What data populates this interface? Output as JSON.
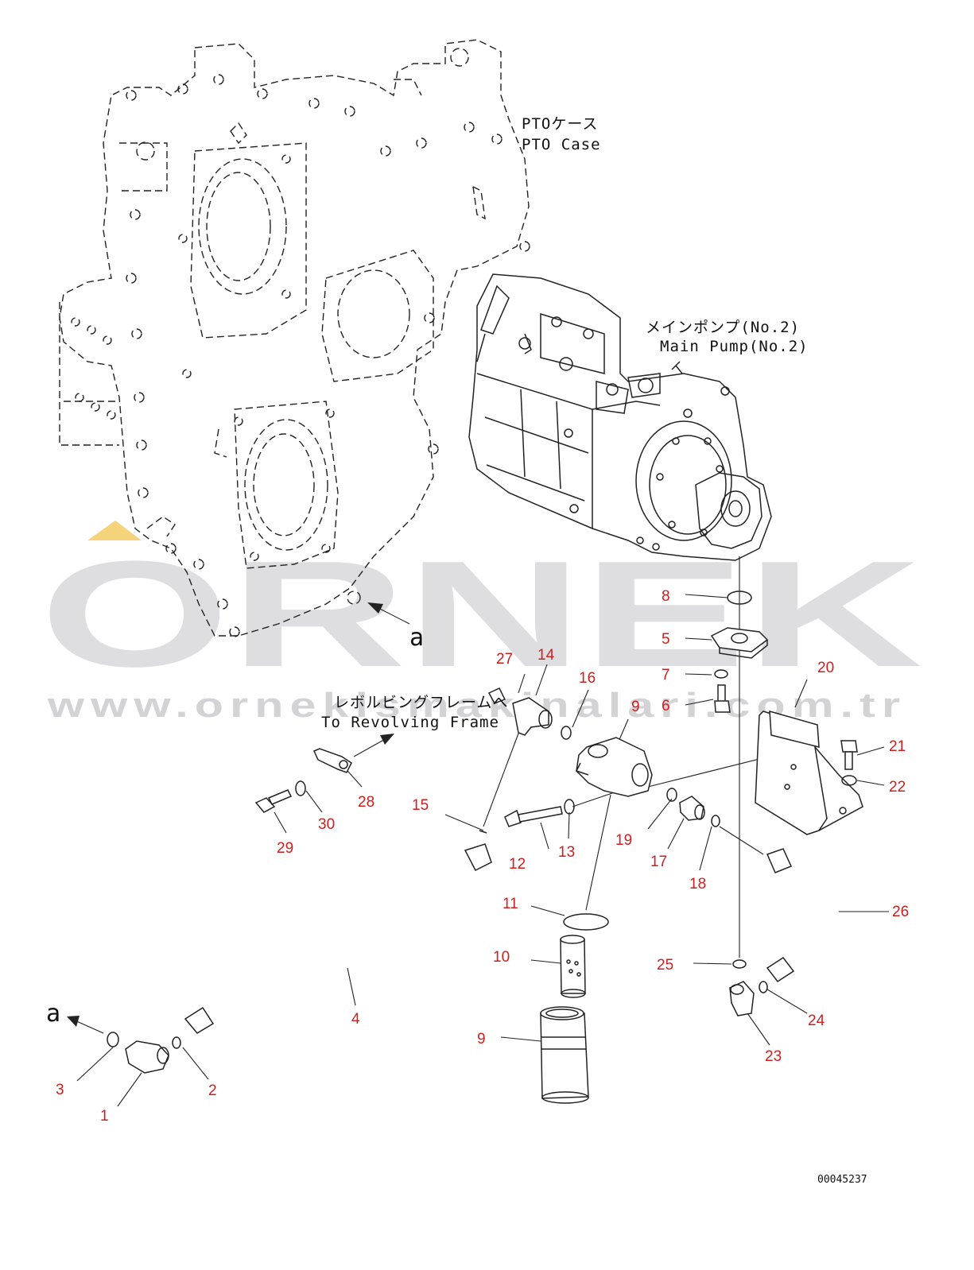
{
  "watermark": {
    "brand": "ORNEK",
    "url": "www.ornekismakinalari.com.tr",
    "accent_color": "#f5d37a",
    "text_color": "#d4d4d8"
  },
  "labels": {
    "pto_case_jp": "PTOケース",
    "pto_case_en": "PTO Case",
    "main_pump_jp": "メインポンプ(No.2)",
    "main_pump_en": "Main Pump(No.2)",
    "revolving_jp": "レボルビングフレームへ",
    "revolving_en": "To Revolving Frame",
    "ref_a_top": "a",
    "ref_a_bottom": "a",
    "drawing_number": "00045237"
  },
  "callouts": {
    "c1": "1",
    "c2": "2",
    "c3": "3",
    "c4": "4",
    "c5": "5",
    "c6": "6",
    "c7": "7",
    "c8": "8",
    "c9a": "9",
    "c9b": "9",
    "c10": "10",
    "c11": "11",
    "c12": "12",
    "c13": "13",
    "c14": "14",
    "c15": "15",
    "c16": "16",
    "c17": "17",
    "c18": "18",
    "c19": "19",
    "c20": "20",
    "c21": "21",
    "c22": "22",
    "c23": "23",
    "c24": "24",
    "c25": "25",
    "c26": "26",
    "c27": "27",
    "c28": "28",
    "c29": "29",
    "c30": "30"
  },
  "callout_color": "#cc1f1f"
}
